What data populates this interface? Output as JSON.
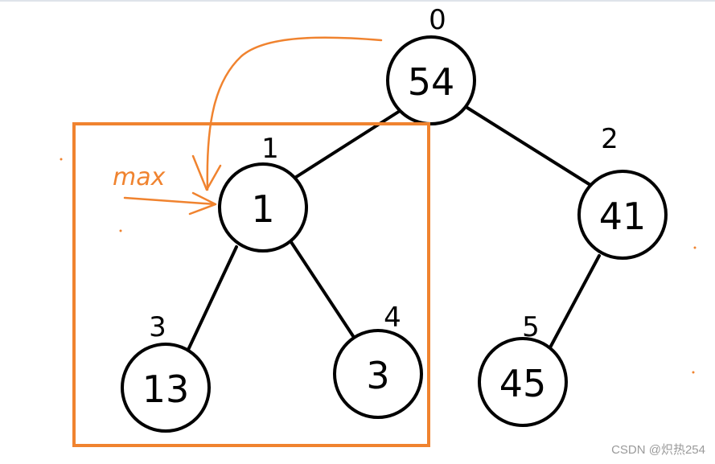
{
  "colors": {
    "edge": "#000000",
    "node_stroke": "#000000",
    "highlight": "#f0832f",
    "watermark": "#9a9a9a"
  },
  "annotation": {
    "label": "max"
  },
  "nodes": [
    {
      "index": "0",
      "value": "54"
    },
    {
      "index": "1",
      "value": "1"
    },
    {
      "index": "2",
      "value": "41"
    },
    {
      "index": "3",
      "value": "13"
    },
    {
      "index": "4",
      "value": "3"
    },
    {
      "index": "5",
      "value": "45"
    }
  ],
  "edges": [
    {
      "from": "0",
      "to": "1"
    },
    {
      "from": "0",
      "to": "2"
    },
    {
      "from": "1",
      "to": "3"
    },
    {
      "from": "1",
      "to": "4"
    },
    {
      "from": "2",
      "to": "5"
    }
  ],
  "watermark": "CSDN @炽热254"
}
